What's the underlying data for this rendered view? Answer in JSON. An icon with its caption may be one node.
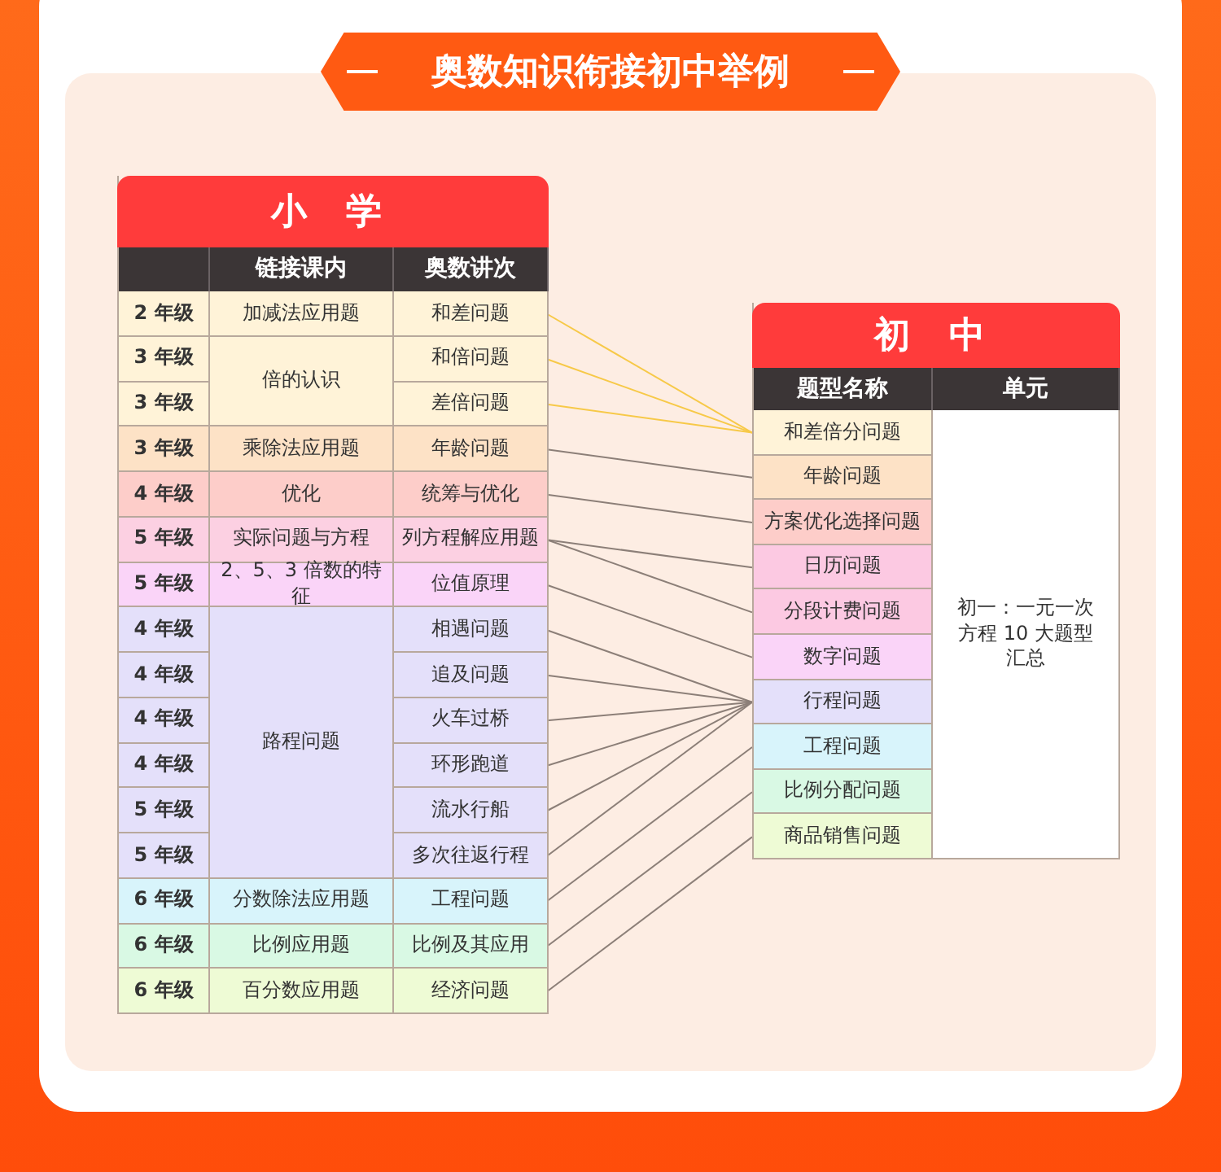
{
  "diagram": {
    "title": "奥数知识衔接初中举例",
    "nodes": [
      {
        "text": [
          "小 学"
        ]
      },
      {
        "text": [
          "链接课内"
        ],
        "in": 0
      },
      {
        "text": [
          "奥数讲次"
        ],
        "in": 0
      },
      {
        "text": [
          "2 年级"
        ],
        "in": 0
      },
      {
        "text": [
          "加减法应用题"
        ],
        "in": 0
      },
      {
        "text": [
          "和差问题"
        ],
        "in": 0
      },
      {
        "text": [
          "3 年级"
        ],
        "in": 0
      },
      {
        "text": [
          "倍的认识"
        ],
        "in": 0
      },
      {
        "text": [
          "和倍问题"
        ],
        "in": 0
      },
      {
        "text": [
          "3 年级"
        ],
        "in": 0
      },
      {
        "text": [
          "差倍问题"
        ],
        "in": 0
      },
      {
        "text": [
          "3 年级"
        ],
        "in": 0
      },
      {
        "text": [
          "乘除法应用题"
        ],
        "in": 0
      },
      {
        "text": [
          "年龄问题"
        ],
        "in": 0
      },
      {
        "text": [
          "4 年级"
        ],
        "in": 0
      },
      {
        "text": [
          "优化"
        ],
        "in": 0
      },
      {
        "text": [
          "统筹与优化"
        ],
        "in": 0
      },
      {
        "text": [
          "5 年级"
        ],
        "in": 0
      },
      {
        "text": [
          "实际问题与方程"
        ],
        "in": 0
      },
      {
        "text": [
          "列方程解应用题"
        ],
        "in": 0
      },
      {
        "text": [
          "5 年级"
        ],
        "in": 0
      },
      {
        "text": [
          "2、5、3 倍数的特征"
        ],
        "in": 0
      },
      {
        "text": [
          "位值原理"
        ],
        "in": 0
      },
      {
        "text": [
          "4 年级"
        ],
        "in": 0
      },
      {
        "text": [
          "路程问题"
        ],
        "in": 0
      },
      {
        "text": [
          "相遇问题"
        ],
        "in": 0
      },
      {
        "text": [
          "4 年级"
        ],
        "in": 0
      },
      {
        "text": [
          "追及问题"
        ],
        "in": 0
      },
      {
        "text": [
          "4 年级"
        ],
        "in": 0
      },
      {
        "text": [
          "火车过桥"
        ],
        "in": 0
      },
      {
        "text": [
          "4 年级"
        ],
        "in": 0
      },
      {
        "text": [
          "环形跑道"
        ],
        "in": 0
      },
      {
        "text": [
          "5 年级"
        ],
        "in": 0
      },
      {
        "text": [
          "流水行船"
        ],
        "in": 0
      },
      {
        "text": [
          "5 年级"
        ],
        "in": 0
      },
      {
        "text": [
          "多次往返行程"
        ],
        "in": 0
      },
      {
        "text": [
          "6 年级"
        ],
        "in": 0
      },
      {
        "text": [
          "分数除法应用题"
        ],
        "in": 0
      },
      {
        "text": [
          "工程问题"
        ],
        "in": 0
      },
      {
        "text": [
          "6 年级"
        ],
        "in": 0
      },
      {
        "text": [
          "比例应用题"
        ],
        "in": 0
      },
      {
        "text": [
          "比例及其应用"
        ],
        "in": 0
      },
      {
        "text": [
          "6 年级"
        ],
        "in": 0
      },
      {
        "text": [
          "百分数应用题"
        ],
        "in": 0
      },
      {
        "text": [
          "经济问题"
        ],
        "in": 0
      },
      {
        "text": [
          "初 中"
        ]
      },
      {
        "text": [
          "题型名称"
        ],
        "in": 45
      },
      {
        "text": [
          "单元"
        ],
        "in": 45
      },
      {
        "text": [
          "和差倍分问题"
        ],
        "in": 45
      },
      {
        "text": [
          "初一：一元一次方程 10 大题型汇总"
        ],
        "in": 45
      },
      {
        "text": [
          "年龄问题"
        ],
        "in": 45
      },
      {
        "text": [
          "方案优化选择问题"
        ],
        "in": 45
      },
      {
        "text": [
          "日历问题"
        ],
        "in": 45
      },
      {
        "text": [
          "分段计费问题"
        ],
        "in": 45
      },
      {
        "text": [
          "数字问题"
        ],
        "in": 45
      },
      {
        "text": [
          "行程问题"
        ],
        "in": 45
      },
      {
        "text": [
          "工程问题"
        ],
        "in": 45
      },
      {
        "text": [
          "比例分配问题"
        ],
        "in": 45
      },
      {
        "text": [
          "商品销售问题"
        ],
        "in": 45
      }
    ],
    "edges": [
      {
        "from": 5,
        "to": 48,
        "arrow": "none",
        "color": "#f7c948"
      },
      {
        "from": 8,
        "to": 48,
        "arrow": "none",
        "color": "#f7c948"
      },
      {
        "from": 10,
        "to": 48,
        "arrow": "none",
        "color": "#f7c948"
      },
      {
        "from": 13,
        "to": 50,
        "arrow": "none"
      },
      {
        "from": 16,
        "to": 51,
        "arrow": "none"
      },
      {
        "from": 19,
        "to": 52,
        "arrow": "none"
      },
      {
        "from": 19,
        "to": 53,
        "arrow": "none"
      },
      {
        "from": 22,
        "to": 54,
        "arrow": "none"
      },
      {
        "from": 25,
        "to": 55,
        "arrow": "none"
      },
      {
        "from": 27,
        "to": 55,
        "arrow": "none"
      },
      {
        "from": 29,
        "to": 55,
        "arrow": "none"
      },
      {
        "from": 31,
        "to": 55,
        "arrow": "none"
      },
      {
        "from": 33,
        "to": 55,
        "arrow": "none"
      },
      {
        "from": 35,
        "to": 55,
        "arrow": "none"
      },
      {
        "from": 38,
        "to": 56,
        "arrow": "none"
      },
      {
        "from": 41,
        "to": 57,
        "arrow": "none"
      },
      {
        "from": 44,
        "to": 58,
        "arrow": "none"
      }
    ]
  }
}
